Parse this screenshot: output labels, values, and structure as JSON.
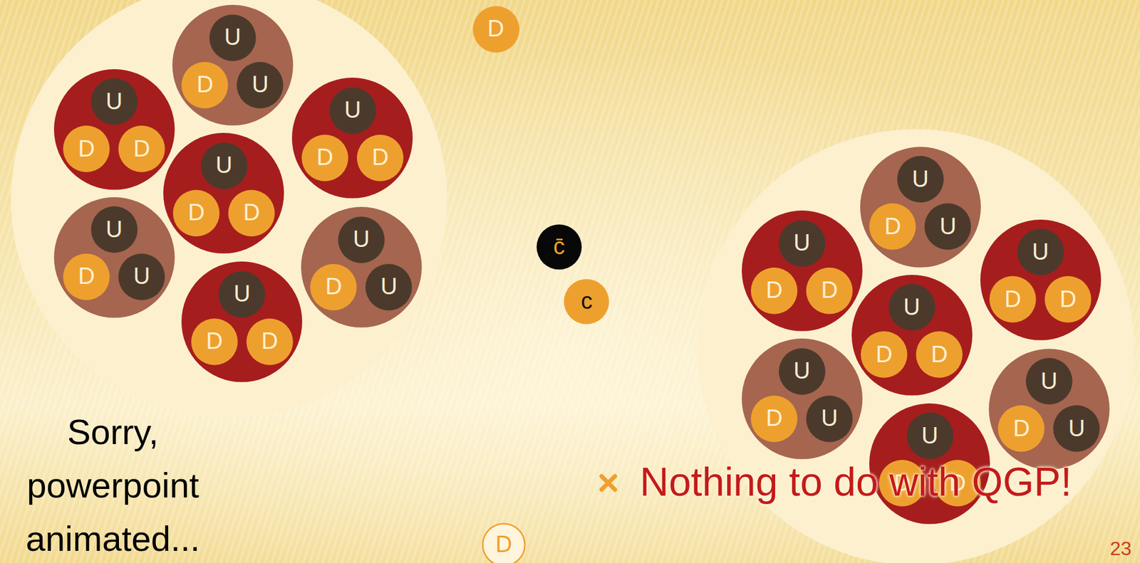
{
  "diagram": {
    "nodes": [
      {
        "text": []
      },
      {
        "text": [],
        "in": 0
      },
      {
        "text": [
          "U"
        ],
        "in": 1
      },
      {
        "text": [
          "D"
        ],
        "in": 1
      },
      {
        "text": [
          "U"
        ],
        "in": 1
      },
      {
        "text": [],
        "in": 0
      },
      {
        "text": [
          "U"
        ],
        "in": 5
      },
      {
        "text": [
          "D"
        ],
        "in": 5
      },
      {
        "text": [
          "D"
        ],
        "in": 5
      },
      {
        "text": [],
        "in": 0
      },
      {
        "text": [
          "U"
        ],
        "in": 9
      },
      {
        "text": [
          "D"
        ],
        "in": 9
      },
      {
        "text": [
          "D"
        ],
        "in": 9
      },
      {
        "text": [],
        "in": 0
      },
      {
        "text": [
          "U"
        ],
        "in": 13
      },
      {
        "text": [
          "D"
        ],
        "in": 13
      },
      {
        "text": [
          "D"
        ],
        "in": 13
      },
      {
        "text": [],
        "in": 0
      },
      {
        "text": [
          "U"
        ],
        "in": 17
      },
      {
        "text": [
          "D"
        ],
        "in": 17
      },
      {
        "text": [
          "U"
        ],
        "in": 17
      },
      {
        "text": [],
        "in": 0
      },
      {
        "text": [
          "U"
        ],
        "in": 21
      },
      {
        "text": [
          "D"
        ],
        "in": 21
      },
      {
        "text": [
          "U"
        ],
        "in": 21
      },
      {
        "text": [],
        "in": 0
      },
      {
        "text": [
          "U"
        ],
        "in": 25
      },
      {
        "text": [
          "D"
        ],
        "in": 25
      },
      {
        "text": [
          "D"
        ],
        "in": 25
      },
      {
        "text": [
          "D"
        ]
      },
      {
        "text": [
          "c̄"
        ]
      },
      {
        "text": [
          "c"
        ]
      },
      {
        "text": []
      },
      {
        "text": [],
        "in": 32
      },
      {
        "text": [
          "U"
        ],
        "in": 33
      },
      {
        "text": [
          "D"
        ],
        "in": 33
      },
      {
        "text": [
          "U"
        ],
        "in": 33
      },
      {
        "text": [],
        "in": 32
      },
      {
        "text": [
          "U"
        ],
        "in": 37
      },
      {
        "text": [
          "D"
        ],
        "in": 37
      },
      {
        "text": [
          "D"
        ],
        "in": 37
      },
      {
        "text": [],
        "in": 32
      },
      {
        "text": [
          "U"
        ],
        "in": 41
      },
      {
        "text": [
          "D"
        ],
        "in": 41
      },
      {
        "text": [
          "D"
        ],
        "in": 41
      },
      {
        "text": [],
        "in": 32
      },
      {
        "text": [
          "U"
        ],
        "in": 45
      },
      {
        "text": [
          "D"
        ],
        "in": 45
      },
      {
        "text": [
          "D"
        ],
        "in": 45
      },
      {
        "text": [],
        "in": 32
      },
      {
        "text": [
          "U"
        ],
        "in": 49
      },
      {
        "text": [
          "D"
        ],
        "in": 49
      },
      {
        "text": [
          "U"
        ],
        "in": 49
      },
      {
        "text": [],
        "in": 32
      },
      {
        "text": [
          "U"
        ],
        "in": 53
      },
      {
        "text": [
          "D"
        ],
        "in": 53
      },
      {
        "text": [
          "U"
        ],
        "in": 53
      },
      {
        "text": [],
        "in": 32
      },
      {
        "text": [
          "U"
        ],
        "in": 57
      },
      {
        "text": [
          "D"
        ],
        "in": 57
      },
      {
        "text": [
          "D"
        ],
        "in": 57
      },
      {
        "text": [
          "D"
        ]
      }
    ],
    "labels": [
      "Sorry, powerpoint animated...",
      "Nothing to do with QGP!",
      "23"
    ]
  }
}
